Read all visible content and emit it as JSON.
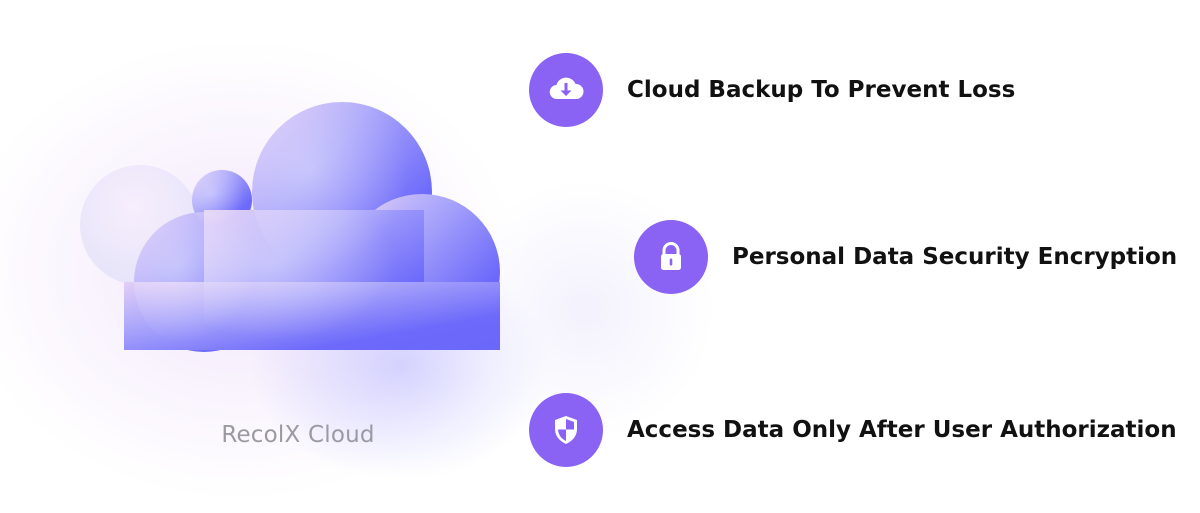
{
  "brand": {
    "caption": "RecolX Cloud",
    "cloud_icon": "cloud-illustration"
  },
  "features": [
    {
      "label": "Cloud Backup To Prevent Loss",
      "icon": "cloud-download-icon"
    },
    {
      "label": "Personal Data Security Encryption",
      "icon": "padlock-icon"
    },
    {
      "label": "Access Data Only After User Authorization",
      "icon": "shield-icon"
    }
  ],
  "colors": {
    "accent": "#8a62f4",
    "cloud_light": "#c7c3ff",
    "cloud_dark": "#6a67fb",
    "text": "#111111",
    "caption": "#9a9aa2"
  }
}
